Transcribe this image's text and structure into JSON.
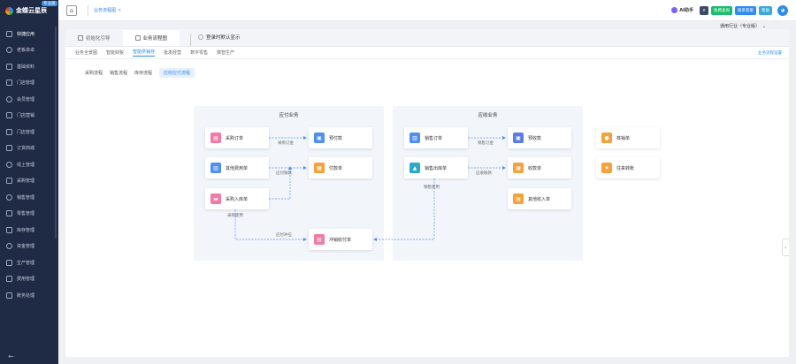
{
  "app": {
    "name": "金蝶云星辰",
    "badge": "专业版",
    "breadcrumb": "业务流程图",
    "ai_label": "AI助手",
    "pill1": "免费查询",
    "pill2": "联系客服",
    "pill3": "帮助",
    "industry": "通用行业（专业版）"
  },
  "sidebar": {
    "items": [
      {
        "label": "快捷应用",
        "icon": "grid-icon"
      },
      {
        "label": "老板卓卓",
        "icon": "crown-icon"
      },
      {
        "label": "基础资料",
        "icon": "database-icon"
      },
      {
        "label": "门店管理",
        "icon": "store-icon"
      },
      {
        "label": "会员管理",
        "icon": "member-icon"
      },
      {
        "label": "门店营销",
        "icon": "store-marketing-icon"
      },
      {
        "label": "门店管理",
        "icon": "store-manage-icon"
      },
      {
        "label": "订货商城",
        "icon": "mall-icon"
      },
      {
        "label": "线上管理",
        "icon": "online-icon"
      },
      {
        "label": "采购管理",
        "icon": "purchase-icon"
      },
      {
        "label": "销售管理",
        "icon": "sales-icon"
      },
      {
        "label": "零售管理",
        "icon": "retail-icon"
      },
      {
        "label": "库存管理",
        "icon": "inventory-icon"
      },
      {
        "label": "资金管理",
        "icon": "fund-icon"
      },
      {
        "label": "生产管理",
        "icon": "production-icon"
      },
      {
        "label": "费用管理",
        "icon": "expense-icon"
      },
      {
        "label": "账务处理",
        "icon": "accounting-icon"
      }
    ],
    "collapse": "←"
  },
  "tabs": [
    {
      "label": "初始化引导"
    },
    {
      "label": "业务流程图"
    }
  ],
  "tab_check": "登录时默认显示",
  "subnav": {
    "items": [
      "业务全景图",
      "智能财税",
      "智能供销存",
      "批发经营",
      "数字零售",
      "数智生产"
    ],
    "active_index": 2,
    "right_link": "业务流程设置"
  },
  "chips": {
    "items": [
      "采购流程",
      "销售流程",
      "库存流程",
      "应收应付流程"
    ],
    "active_index": 3
  },
  "groups": {
    "payable": "应付业务",
    "receivable": "应收业务"
  },
  "nodes": {
    "purchase_order": "采购订单",
    "prepayment": "预付款",
    "other_expense": "其他费用单",
    "payment": "付款单",
    "purchase_inbound": "采购入库单",
    "settlement": "冲销收付单",
    "sales_order": "销售订单",
    "pre_receipt": "预收款",
    "sales_outbound": "销售出库单",
    "receipt": "收款单",
    "other_income": "其他收入单",
    "verification": "核销单",
    "ar_ap_transfer": "往来转账"
  },
  "flow_labels": {
    "prepay": "采购订金",
    "pay_settle": "应付账款",
    "pre_receive": "销售订金",
    "receive_settle": "应收账款",
    "purchase_use": "采购使用",
    "sales_use": "销售使用",
    "offset": "应付冲应"
  },
  "colors": {
    "sidebar_bg": "#1f2a44",
    "accent": "#2d8cf0",
    "group_bg": "#f2f6fb"
  }
}
